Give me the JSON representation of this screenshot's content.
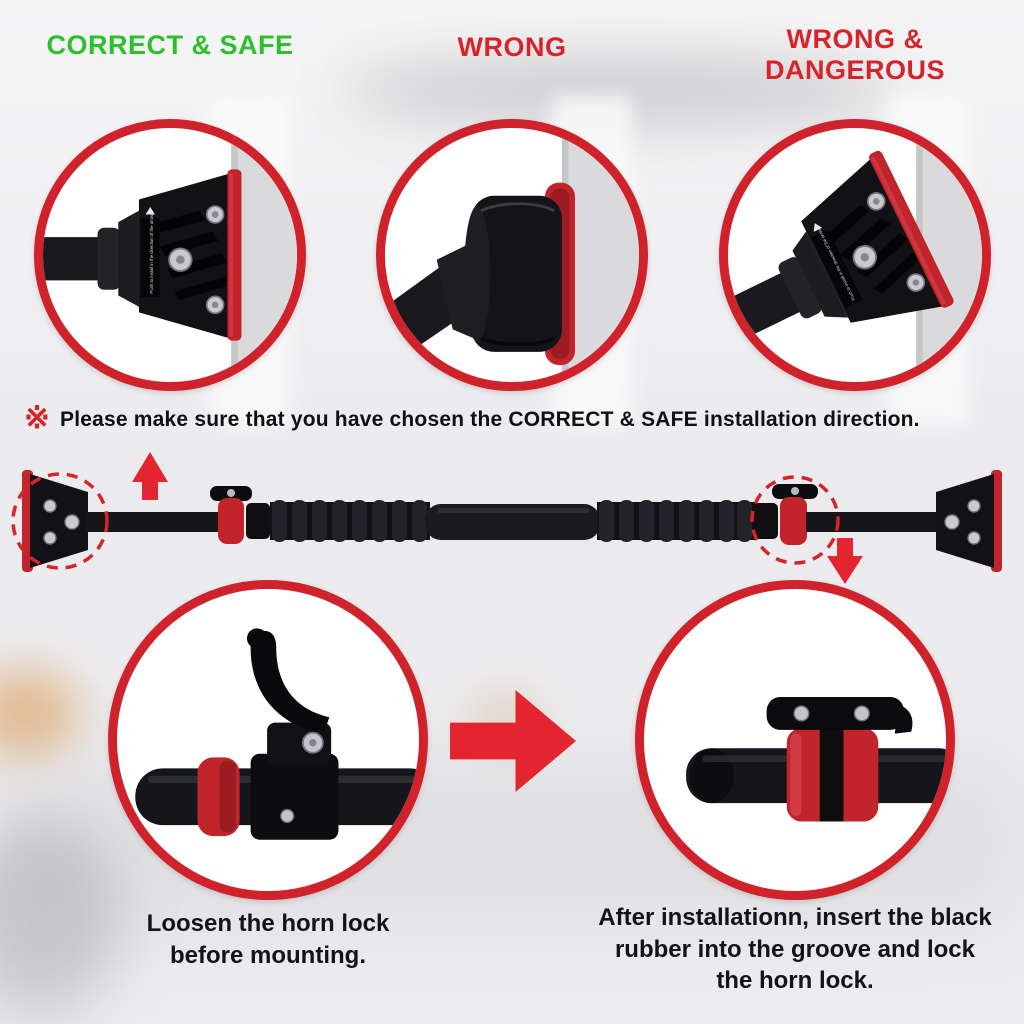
{
  "colors": {
    "accent_red": "#d7232b",
    "safe_green": "#2dbf2d",
    "product_black": "#141417",
    "wall_gray": "#dadadc"
  },
  "top_callouts": [
    {
      "label": "CORRECT & SAFE"
    },
    {
      "label": "WRONG"
    },
    {
      "label": "WRONG & DANGEROUS"
    }
  ],
  "note": {
    "marker": "※",
    "text": "Please make sure that you have chosen the CORRECT & SAFE installation direction."
  },
  "product_micro_text": "Push to install in the direction of the arrow",
  "bottom_callouts": [
    {
      "caption": "Loosen the horn lock before mounting."
    },
    {
      "caption": "After installationn, insert the black rubber into the groove and lock the horn lock."
    }
  ]
}
